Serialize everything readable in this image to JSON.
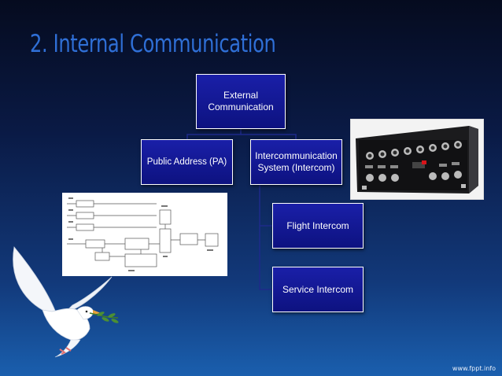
{
  "slide": {
    "title": "2. Internal Communication",
    "footer": "www.fppt.info"
  },
  "diagram": {
    "root": "External Communication",
    "children": [
      "Public Address (PA)",
      "Intercommunication System (Intercom)"
    ],
    "intercom_children": [
      "Flight Intercom",
      "Service Intercom"
    ]
  },
  "images": {
    "photo_icon": "intercom-control-panel-photo",
    "sketch_icon": "audio-block-diagram-sketch",
    "dove_icon": "dove-with-olive-branch"
  },
  "colors": {
    "title": "#2f6fd6",
    "box_fill": "#1a1fa8",
    "box_border": "#ffffff",
    "connector": "#1e2a8a"
  }
}
